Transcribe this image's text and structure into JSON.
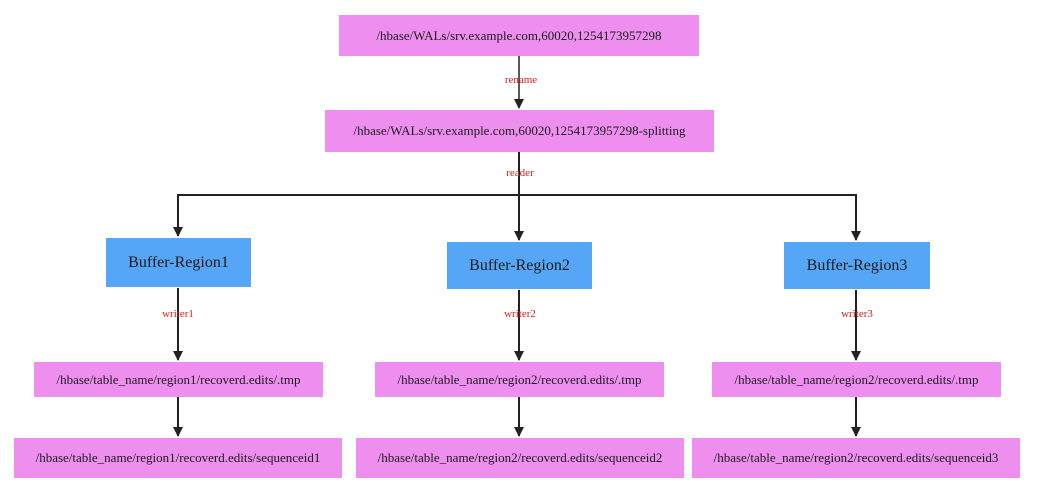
{
  "colors": {
    "file_node": "#ee8ff0",
    "buffer_node": "#55a6f6",
    "edge": "#222222",
    "edge_label": "#d42020"
  },
  "nodes": {
    "wal": "/hbase/WALs/srv.example.com,60020,1254173957298",
    "splitting": "/hbase/WALs/srv.example.com,60020,1254173957298-splitting",
    "buffer1": "Buffer-Region1",
    "buffer2": "Buffer-Region2",
    "buffer3": "Buffer-Region3",
    "tmp1": "/hbase/table_name/region1/recoverd.edits/.tmp",
    "tmp2": "/hbase/table_name/region2/recoverd.edits/.tmp",
    "tmp3": "/hbase/table_name/region2/recoverd.edits/.tmp",
    "seq1": "/hbase/table_name/region1/recoverd.edits/sequenceid1",
    "seq2": "/hbase/table_name/region2/recoverd.edits/sequenceid2",
    "seq3": "/hbase/table_name/region2/recoverd.edits/sequenceid3"
  },
  "edge_labels": {
    "rename": "rename",
    "reader": "reader",
    "writer1": "writer1",
    "writer2": "writer2",
    "writer3": "writer3"
  }
}
